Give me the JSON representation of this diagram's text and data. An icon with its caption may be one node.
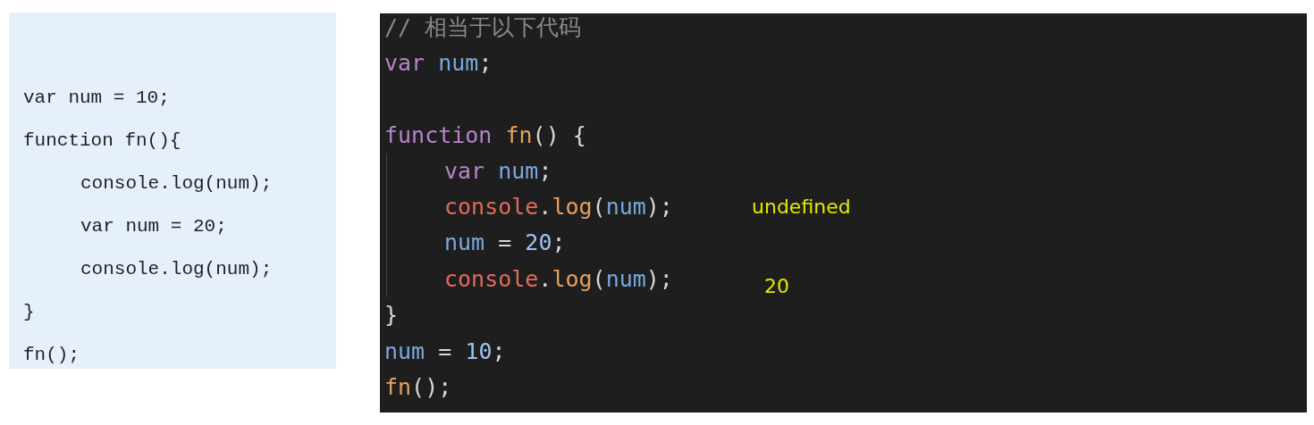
{
  "diagram": {
    "nodes": [
      {
        "text": [
          "var num = 10;",
          "function fn(){",
          "console.log(num);",
          "var num = 20;",
          "console.log(num);",
          "}",
          "fn();"
        ]
      },
      {
        "text": [
          "// 相当于以下代码",
          "var num;",
          "function fn() {",
          "var num;",
          "console.log(num);",
          "num = 20;",
          "console.log(num);",
          "}",
          "num = 10;",
          "fn();"
        ]
      }
    ],
    "labels": [
      "undefined",
      "20"
    ]
  }
}
